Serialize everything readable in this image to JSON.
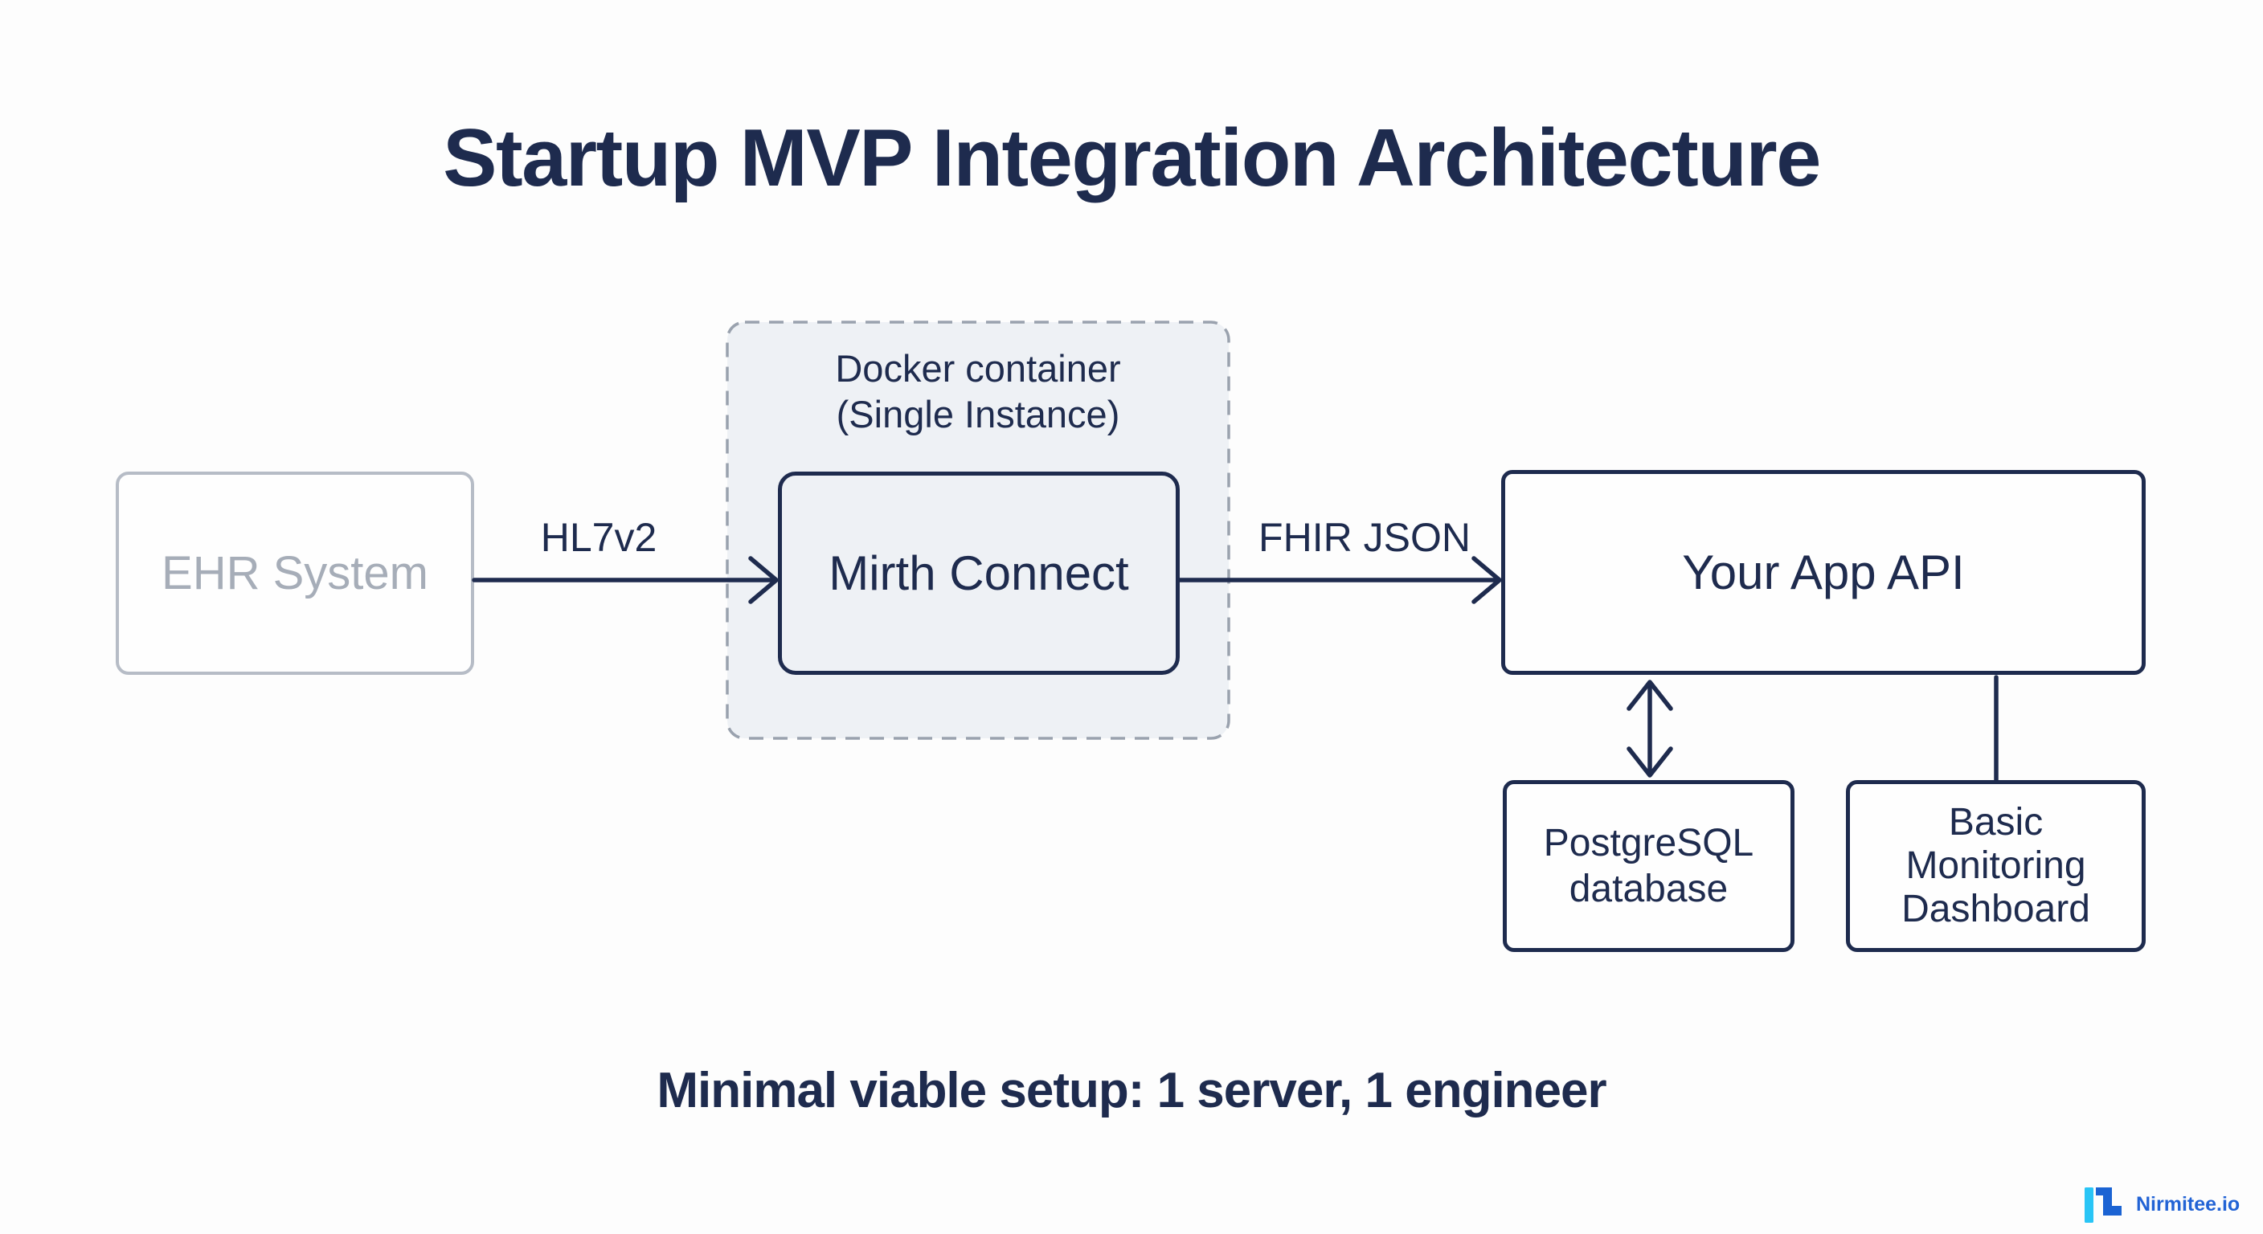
{
  "title": "Startup MVP Integration Architecture",
  "nodes": {
    "ehr": {
      "label": "EHR System"
    },
    "docker": {
      "line1": "Docker container",
      "line2": "(Single Instance)"
    },
    "mirth": {
      "label": "Mirth Connect"
    },
    "app": {
      "label": "Your App API"
    },
    "postgres": {
      "line1": "PostgreSQL",
      "line2": "database"
    },
    "monitoring": {
      "line1": "Basic",
      "line2": "Monitoring",
      "line3": "Dashboard"
    }
  },
  "edges": {
    "hl7v2": "HL7v2",
    "fhir": "FHIR JSON"
  },
  "caption": "Minimal viable setup: 1 server, 1 engineer",
  "brand": {
    "name": "Nirmitee.io",
    "icon": "nirmitee-logo-icon"
  },
  "colors": {
    "navy": "#1e2b4e",
    "ehr_border": "#b6bcc6",
    "ehr_text": "#a6adb8",
    "docker_bg": "#eef1f5",
    "docker_border": "#9aa2ae",
    "brand_blue": "#2263d5",
    "brand_cyan": "#29c5f6",
    "background": "#fdfdfd"
  }
}
